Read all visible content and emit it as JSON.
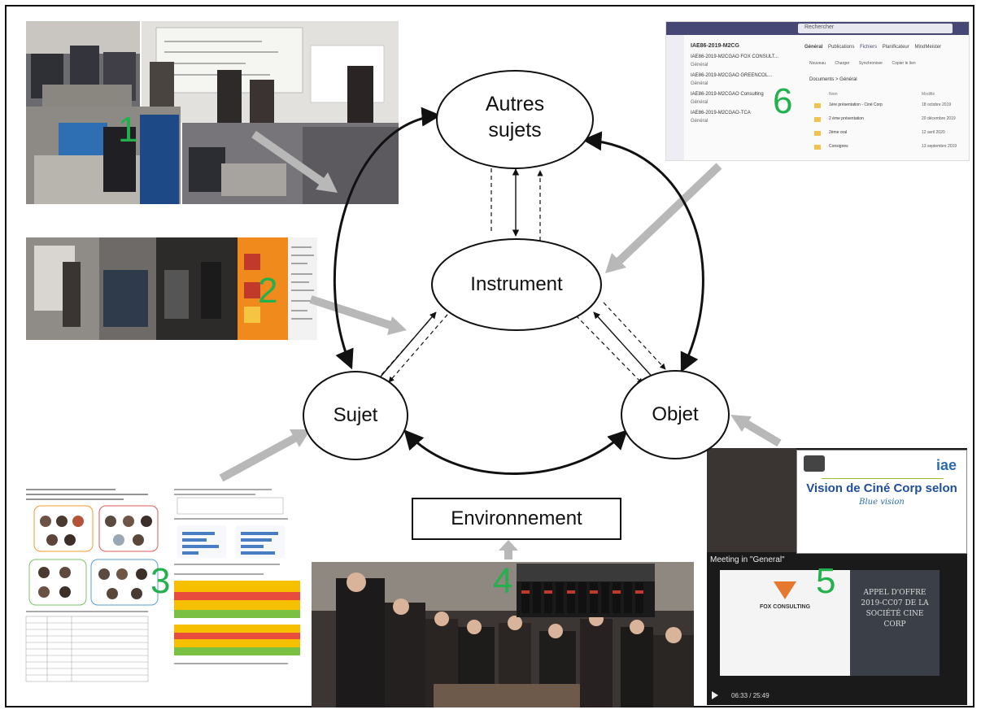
{
  "diagram": {
    "nodes": {
      "autres_sujets": "Autres\nsujets",
      "instrument": "Instrument",
      "sujet": "Sujet",
      "objet": "Objet",
      "environnement": "Environnement"
    },
    "photo_numbers": [
      "1",
      "2",
      "3",
      "4",
      "5",
      "6"
    ]
  },
  "teams_panel": {
    "search": "Rechercher",
    "team_name": "IAE86-2019-M2CG",
    "channels": [
      {
        "name": "IAE86-2019-M2CGAO FOX CONSULT...",
        "sub": "Général"
      },
      {
        "name": "IAE86-2019-M2CGAO GREENCOL...",
        "sub": "Général"
      },
      {
        "name": "IAE86-2019-M2CGAO Consulting",
        "sub": "Général"
      },
      {
        "name": "IAE86-2019-M2CGAO-TCA",
        "sub": "Général"
      }
    ],
    "tabs": [
      "Général",
      "Publications",
      "Fichiers",
      "Planificateur",
      "MindMeister"
    ],
    "actions": [
      "Nouveau",
      "Charger",
      "Synchroniser",
      "Copier le lien"
    ],
    "breadcrumb": "Documents > Général",
    "columns": [
      "Nom",
      "Modifié"
    ],
    "files": [
      {
        "name": "1ère présentation - Ciné Corp",
        "date": "18 octobre 2019"
      },
      {
        "name": "2 ème présentation",
        "date": "20 décembre 2019"
      },
      {
        "name": "2ème oral",
        "date": "12 avril 2020"
      },
      {
        "name": "Consignes",
        "date": "13 septembre 2019"
      }
    ]
  },
  "meeting_panel": {
    "slide_title": "Vision de Ciné Corp selon",
    "slide_subtitle": "Blue vision",
    "logo": "iae",
    "meeting_title": "Meeting in \"General\"",
    "fox": "FOX CONSULTING",
    "offer": "APPEL D'OFFRE 2019-CC07 DE LA SOCIÉTÉ CINE CORP",
    "time": "06:33 / 25:49"
  },
  "colors": {
    "number_green": "#22b14c",
    "arrow_grey": "#b8b8b8"
  }
}
